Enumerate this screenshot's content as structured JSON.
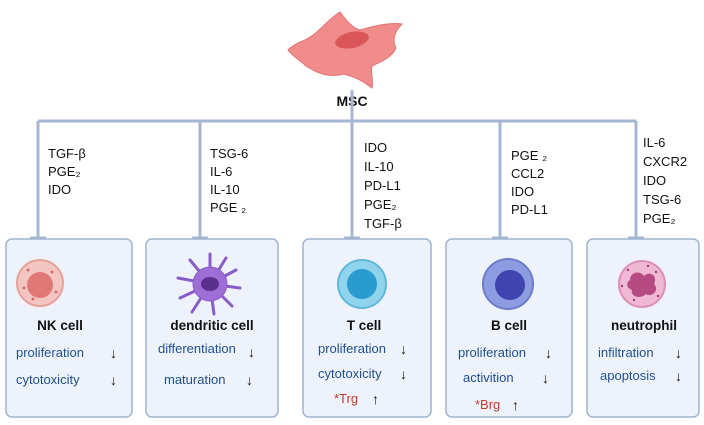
{
  "hub": {
    "label": "MSC",
    "colors": {
      "cell": "#f08c8c",
      "nucleus": "#d9565a",
      "connector": "#a4b6d4",
      "box_fill": "#eef3fb",
      "box_stroke": "#9fb3d1"
    }
  },
  "targets": [
    {
      "factors": [
        "TGF-β",
        "PGE₂",
        "IDO"
      ],
      "cell_name": "NK cell",
      "icon": "nk-cell-icon",
      "effects": [
        {
          "label": "proliferation",
          "direction": "down",
          "arrow": "↓",
          "highlight": false
        },
        {
          "label": "cytotoxicity",
          "direction": "down",
          "arrow": "↓",
          "highlight": false
        }
      ]
    },
    {
      "factors": [
        "TSG-6",
        "IL-6",
        "IL-10",
        "PGE ₂"
      ],
      "cell_name": "dendritic cell",
      "icon": "dendritic-cell-icon",
      "effects": [
        {
          "label": "differentiation",
          "direction": "down",
          "arrow": "↓",
          "highlight": false
        },
        {
          "label": "maturation",
          "direction": "down",
          "arrow": "↓",
          "highlight": false
        }
      ]
    },
    {
      "factors": [
        "IDO",
        "IL-10",
        "PD-L1",
        "PGE₂",
        "TGF-β"
      ],
      "cell_name": "T cell",
      "icon": "t-cell-icon",
      "effects": [
        {
          "label": "proliferation",
          "direction": "down",
          "arrow": "↓",
          "highlight": false
        },
        {
          "label": "cytotoxicity",
          "direction": "down",
          "arrow": "↓",
          "highlight": false
        },
        {
          "label": "*Trg",
          "direction": "up",
          "arrow": "↑",
          "highlight": true
        }
      ]
    },
    {
      "factors": [
        "PGE ₂",
        "CCL2",
        "IDO",
        "PD-L1"
      ],
      "cell_name": "B cell",
      "icon": "b-cell-icon",
      "effects": [
        {
          "label": "proliferation",
          "direction": "down",
          "arrow": "↓",
          "highlight": false
        },
        {
          "label": "activition",
          "direction": "down",
          "arrow": "↓",
          "highlight": false
        },
        {
          "label": "*Brg",
          "direction": "up",
          "arrow": "↑",
          "highlight": true
        }
      ]
    },
    {
      "factors": [
        "IL-6",
        "CXCR2",
        "IDO",
        "TSG-6",
        "PGE₂"
      ],
      "cell_name": "neutrophil",
      "icon": "neutrophil-icon",
      "effects": [
        {
          "label": "infiltration",
          "direction": "down",
          "arrow": "↓",
          "highlight": false
        },
        {
          "label": "apoptosis",
          "direction": "down",
          "arrow": "↓",
          "highlight": false
        }
      ]
    }
  ]
}
